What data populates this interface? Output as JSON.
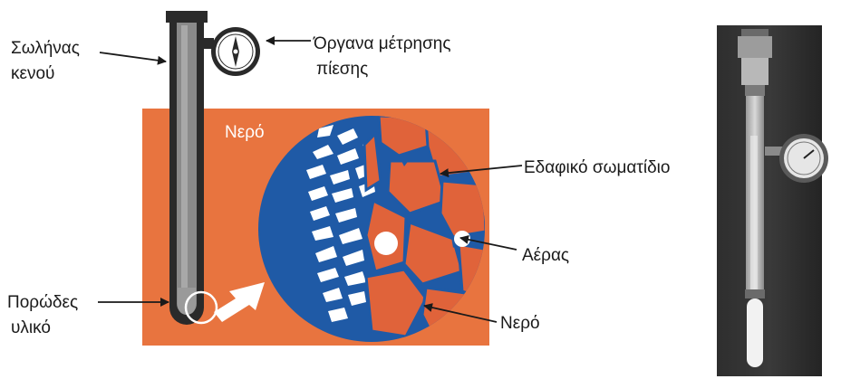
{
  "labels": {
    "tube_line1": "Σωλήνας",
    "tube_line2": "κενού",
    "gauge_line1": "Όργανα μέτρησης",
    "gauge_line2": "πίεσης",
    "water_top": "Νερό",
    "soil_particle": "Εδαφικό σωματίδιο",
    "air": "Αέρας",
    "water_bottom": "Νερό",
    "porous_line1": "Πορώδες",
    "porous_line2": "υλικό"
  },
  "colors": {
    "soil": "#e8743f",
    "water": "#1f5aa6",
    "particle": "#e0633a",
    "tube": "#8a8a8a",
    "background": "#ffffff"
  },
  "icons": {
    "gauge": "pressure-gauge-icon",
    "arrow": "zoom-arrow-icon"
  }
}
